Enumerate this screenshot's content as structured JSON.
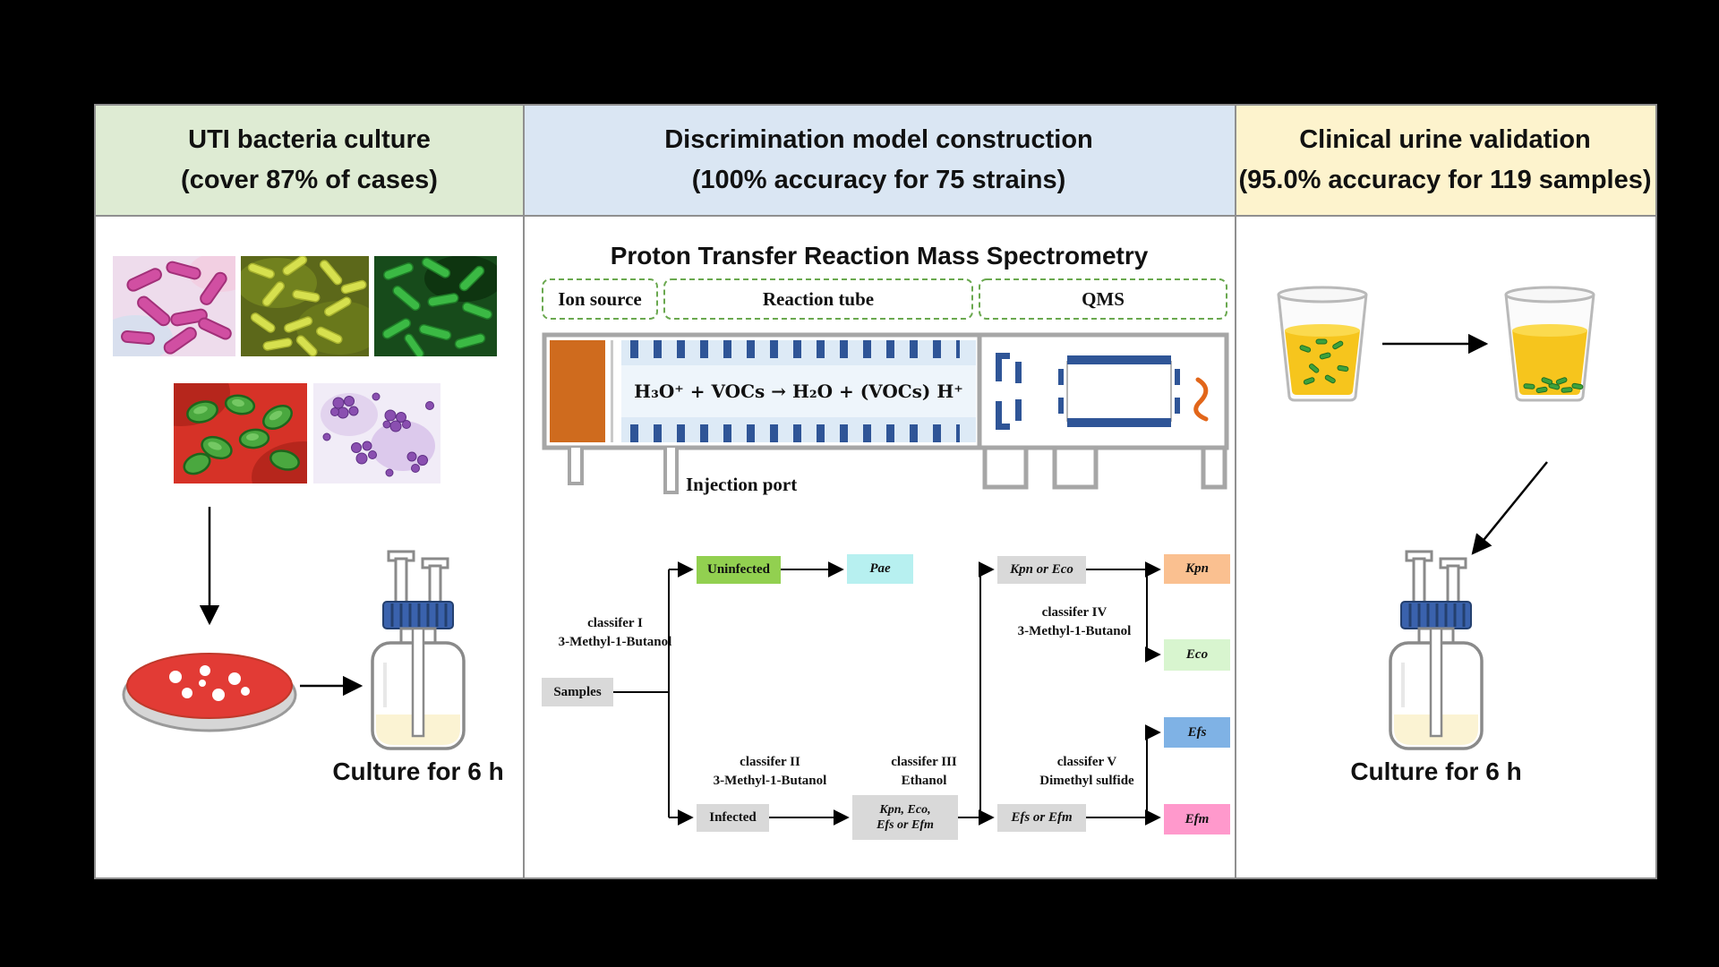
{
  "figure": {
    "panels": {
      "left": {
        "title1": "UTI bacteria culture",
        "title2": "(cover 87% of cases)",
        "caption": "Culture for 6 h"
      },
      "middle": {
        "title1": "Discrimination model construction",
        "title2": "(100% accuracy for 75 strains)",
        "subtitle": "Proton Transfer Reaction Mass Spectrometry",
        "schematic": {
          "ion_source": "Ion source",
          "reaction_tube": "Reaction tube",
          "qms": "QMS",
          "equation": "H₃O⁺ + VOCs → H₂O + (VOCs) H⁺",
          "injection_port": "Injection port"
        },
        "tree": {
          "samples": "Samples",
          "c1a": "classifer I",
          "c1b": "3-Methyl-1-Butanol",
          "uninfected": "Uninfected",
          "pae": "Pae",
          "c2a": "classifer II",
          "c2b": "3-Methyl-1-Butanol",
          "infected": "Infected",
          "c3a": "classifer III",
          "c3b": "Ethanol",
          "group1a": "Kpn, Eco,",
          "group1b": "Efs or Efm",
          "kpn_or_eco": "Kpn or Eco",
          "c4a": "classifer IV",
          "c4b": "3-Methyl-1-Butanol",
          "kpn": "Kpn",
          "eco": "Eco",
          "efs_or_efm": "Efs or Efm",
          "c5a": "classifer V",
          "c5b": "Dimethyl sulfide",
          "efs": "Efs",
          "efm": "Efm"
        }
      },
      "right": {
        "title1": "Clinical urine validation",
        "title2": "(95.0% accuracy for 119 samples)",
        "caption": "Culture for 6 h"
      }
    },
    "colors": {
      "header_left": "#deebd3",
      "header_middle": "#dae6f3",
      "header_right": "#fdf3cd",
      "uninfected_box": "#92d050",
      "pae_box": "#b7f0f0",
      "kpn_box": "#fac090",
      "eco_box": "#d8f5cf",
      "efs_box": "#7fb2e5",
      "efm_box": "#ff99cc",
      "gray_box": "#d9d9d9",
      "dashed_outline": "#6aa84f",
      "instrument_blue": "#2f5597",
      "ion_source_orange": "#cf6b1e",
      "urine_yellow": "#f6c51d",
      "agar_red": "#e23b35"
    }
  }
}
